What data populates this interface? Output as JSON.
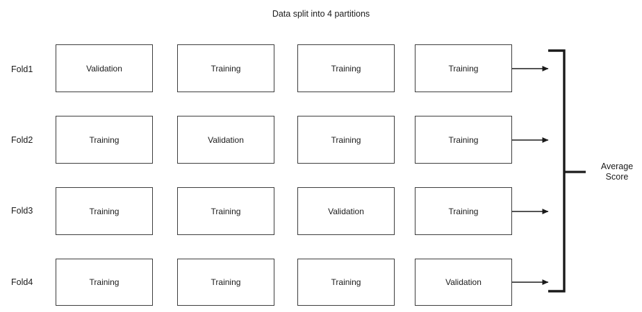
{
  "title": "Data split into 4 partitions",
  "folds": [
    {
      "label": "Fold1",
      "cells": [
        "Validation",
        "Training",
        "Training",
        "Training"
      ]
    },
    {
      "label": "Fold2",
      "cells": [
        "Training",
        "Validation",
        "Training",
        "Training"
      ]
    },
    {
      "label": "Fold3",
      "cells": [
        "Training",
        "Training",
        "Validation",
        "Training"
      ]
    },
    {
      "label": "Fold4",
      "cells": [
        "Training",
        "Training",
        "Training",
        "Validation"
      ]
    }
  ],
  "aggregate": {
    "label_line1": "Average",
    "label_line2": "Score",
    "bracket": "brace-bracket",
    "arrow": "arrow-right"
  },
  "colors": {
    "background": "#ffffff",
    "box_border": "#3b3b3b",
    "text": "#1a1a1a",
    "connector": "#1a1a1a"
  }
}
